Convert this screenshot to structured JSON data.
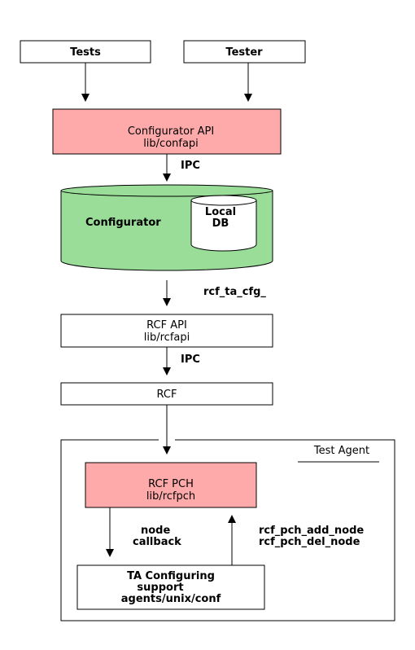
{
  "nodes": {
    "tests": "Tests",
    "tester": "Tester",
    "configurator_api": {
      "line1": "Configurator API",
      "line2": "lib/confapi"
    },
    "configurator": "Configurator",
    "local_db": {
      "line1": "Local",
      "line2": "DB"
    },
    "rcf_api": {
      "line1": "RCF API",
      "line2": "lib/rcfapi"
    },
    "rcf": "RCF",
    "test_agent": "Test Agent",
    "rcf_pch": {
      "line1": "RCF PCH",
      "line2": "lib/rcfpch"
    },
    "ta_configuring": {
      "line1": "TA Configuring",
      "line2": "support",
      "line3": "agents/unix/conf"
    }
  },
  "edges": {
    "ipc_1": "IPC",
    "rcf_ta_cfg": "rcf_ta_cfg_",
    "ipc_2": "IPC",
    "node_callback": {
      "line1": "node",
      "line2": "callback"
    },
    "pch_nodes": {
      "line1": "rcf_pch_add_node",
      "line2": "rcf_pch_del_node"
    }
  },
  "colors": {
    "pink": "#ffaaaa",
    "green": "#99dd99"
  }
}
